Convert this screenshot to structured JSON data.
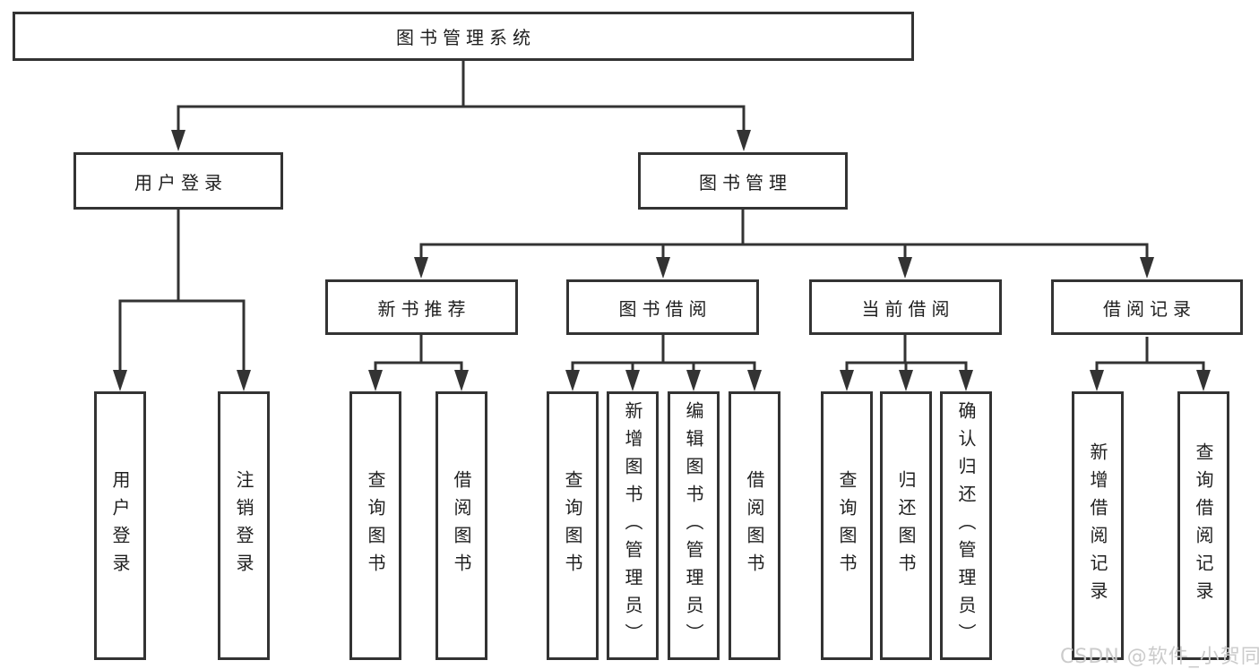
{
  "diagram": {
    "root": "图书管理系统",
    "level2": [
      "用户登录",
      "图书管理"
    ],
    "level3": [
      "新书推荐",
      "图书借阅",
      "当前借阅",
      "借阅记录"
    ],
    "leaves": [
      "用户登录",
      "注销登录",
      "查询图书",
      "借阅图书",
      "查询图书",
      "新增图书（管理员）",
      "编辑图书（管理员）",
      "借阅图书",
      "查询图书",
      "归还图书",
      "确认归还（管理员）",
      "新增借阅记录",
      "查询借阅记录"
    ]
  },
  "watermark": "CSDN @软件_小贺同学",
  "colors": {
    "line": "#333333",
    "box_border": "#333333",
    "text": "#1f1f1f",
    "watermark": "#cbcbcb",
    "background": "#ffffff"
  }
}
